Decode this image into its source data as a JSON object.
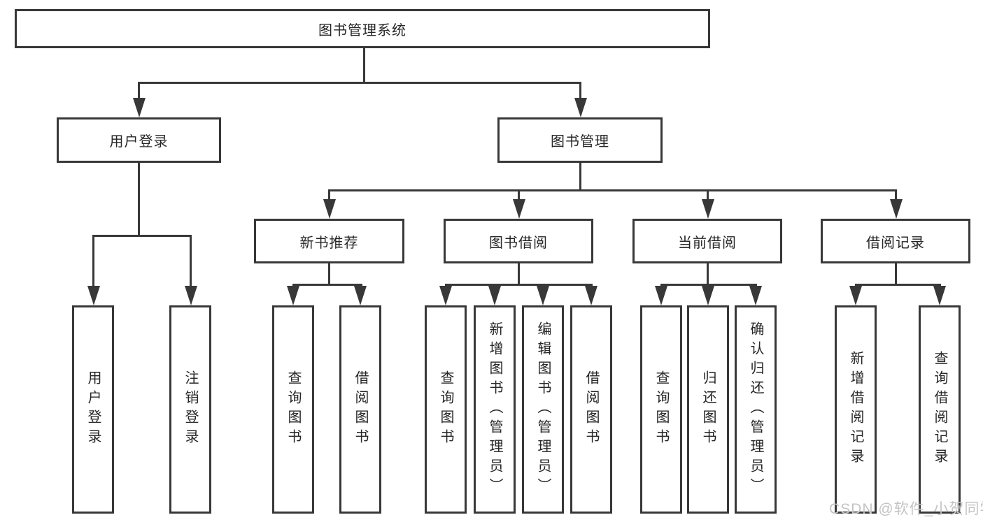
{
  "diagram": {
    "title_node": {
      "label": "图书管理系统"
    },
    "level2": {
      "user_login": {
        "label": "用户登录"
      },
      "book_mgmt": {
        "label": "图书管理"
      }
    },
    "level3": {
      "new_book_rec": {
        "label": "新书推荐"
      },
      "book_borrow": {
        "label": "图书借阅"
      },
      "current_borrow": {
        "label": "当前借阅"
      },
      "borrow_records": {
        "label": "借阅记录"
      }
    },
    "leaves": {
      "user_login_leaf": {
        "label": "用户登录"
      },
      "logout_leaf": {
        "label": "注销登录"
      },
      "query_books_1": {
        "label": "查询图书"
      },
      "borrow_books_1": {
        "label": "借阅图书"
      },
      "query_books_2": {
        "label": "查询图书"
      },
      "add_books_admin": {
        "label": "新增图书（管理员）"
      },
      "edit_books_admin": {
        "label": "编辑图书（管理员）"
      },
      "borrow_books_2": {
        "label": "借阅图书"
      },
      "query_books_3": {
        "label": "查询图书"
      },
      "return_books": {
        "label": "归还图书"
      },
      "confirm_return_admin": {
        "label": "确认归还（管理员）"
      },
      "add_borrow_record": {
        "label": "新增借阅记录"
      },
      "query_borrow_record": {
        "label": "查询借阅记录"
      }
    },
    "colors": {
      "line": "#383838",
      "text": "#262626",
      "box_background": "#ffffff",
      "watermark": "#c4c4c4"
    }
  },
  "watermark": {
    "text": "CSDN @软件_小贺同学"
  }
}
